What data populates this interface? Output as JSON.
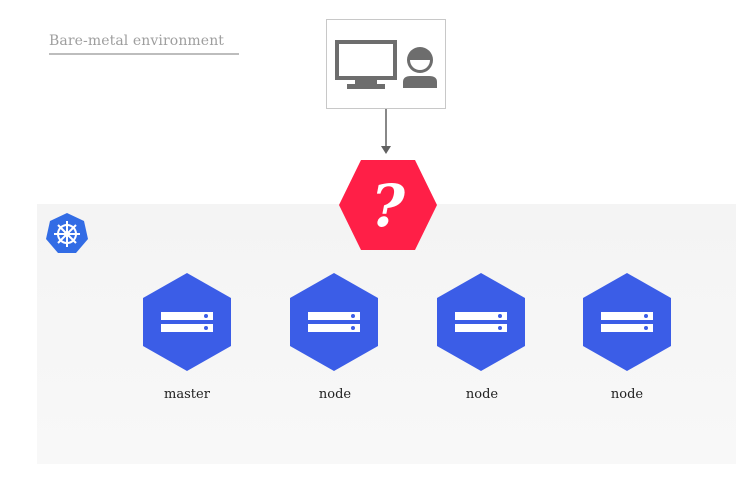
{
  "environment": {
    "label": "Bare-metal environment"
  },
  "client": {
    "icons": [
      "monitor-icon",
      "user-icon"
    ]
  },
  "unknown": {
    "symbol": "?",
    "color": "#ff1744"
  },
  "cluster": {
    "logo_icon": "kubernetes-logo-icon",
    "logo_color": "#326ce5",
    "node_color": "#3b5de7",
    "nodes": [
      {
        "label": "master"
      },
      {
        "label": "node"
      },
      {
        "label": "node"
      },
      {
        "label": "node"
      }
    ]
  }
}
